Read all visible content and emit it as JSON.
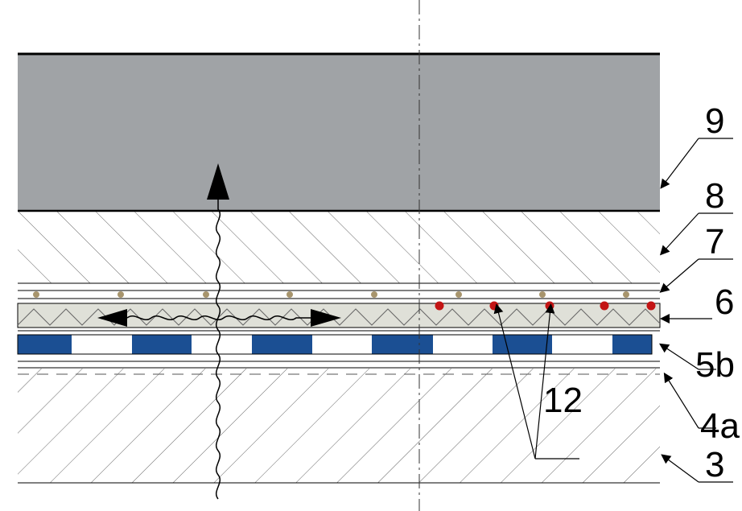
{
  "labels": {
    "layer_9": "9",
    "layer_8": "8",
    "layer_7": "7",
    "layer_6": "6",
    "layer_5b": "5b",
    "layer_4a": "4a",
    "layer_3": "3",
    "element_12": "12"
  },
  "colors": {
    "top_slab": "#a0a3a6",
    "blue_block": "#1b4f93",
    "red_dot": "#c31515",
    "tan_dot": "#a7946c",
    "composite_band": "#dfe0d8",
    "line": "#000000"
  }
}
